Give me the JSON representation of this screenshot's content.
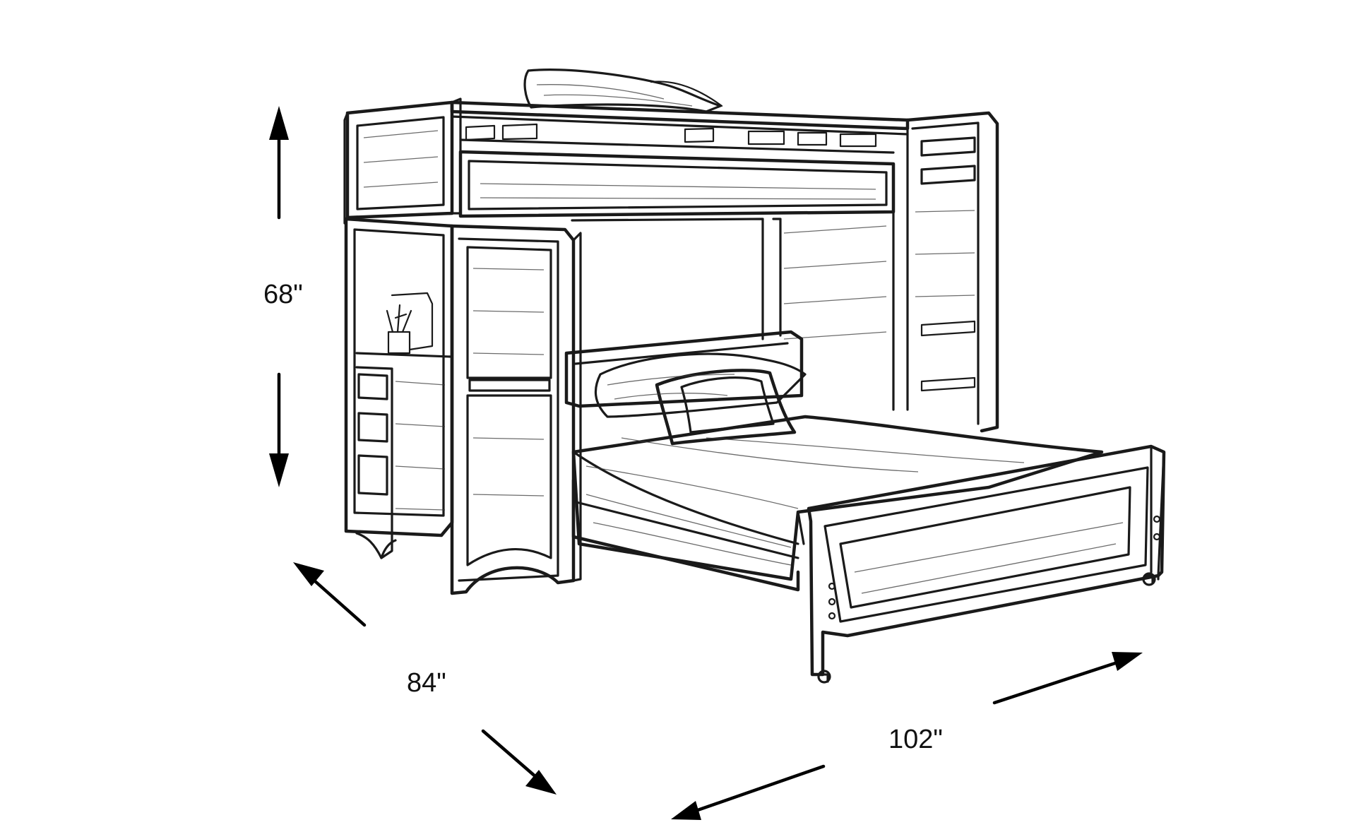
{
  "dimensions": {
    "height": "68\"",
    "depth": "84\"",
    "width": "102\""
  },
  "colors": {
    "ink": "#1a1a1a",
    "arrow": "#000000",
    "background": "#ffffff"
  },
  "icons": {
    "height_arrow": "arrow-up-down-icon",
    "depth_arrow": "arrow-diagonal-icon",
    "width_arrow": "arrow-diagonal-icon"
  }
}
